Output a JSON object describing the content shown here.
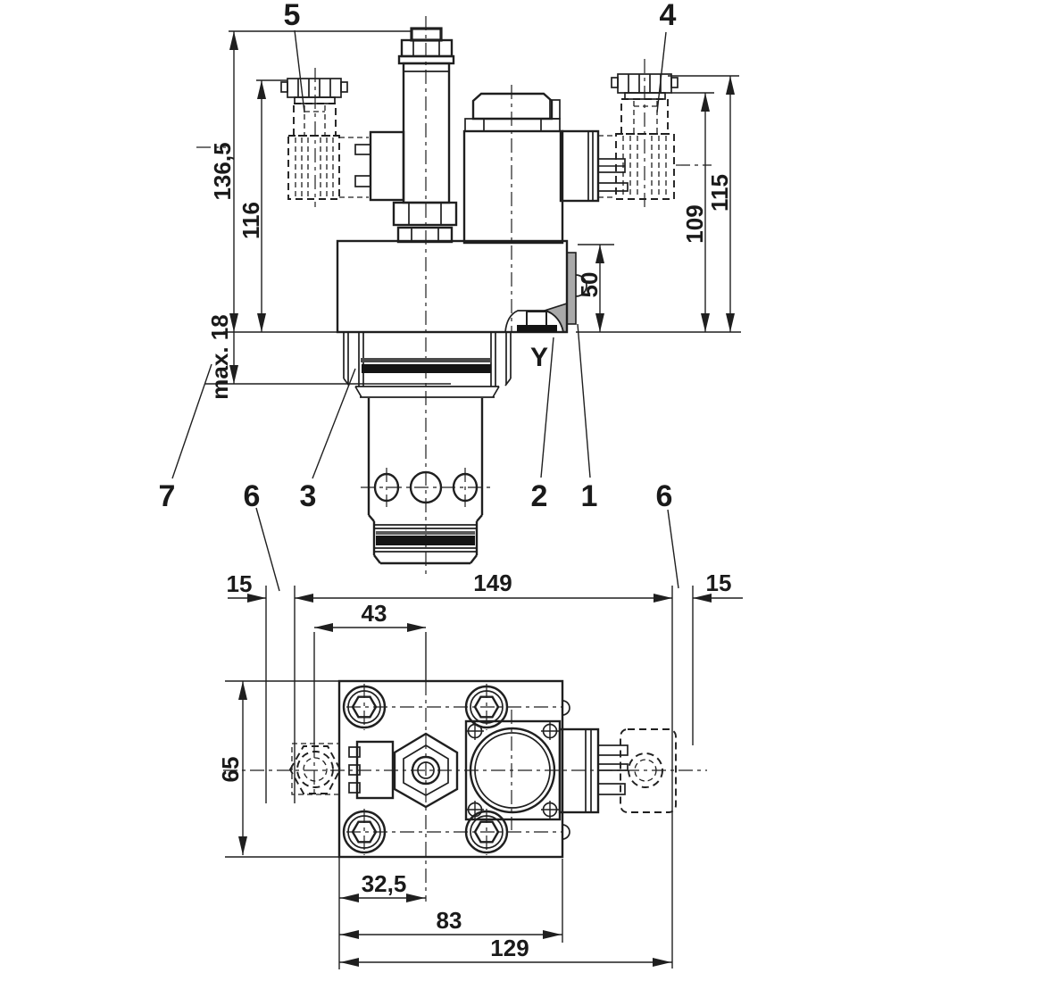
{
  "drawing": {
    "kind": "valve dimensional drawing",
    "colors": {
      "line": "#1f1f1f",
      "shade": "#a9a9a9",
      "seal": "#141414",
      "background": "#ffffff"
    }
  },
  "part_labels": {
    "item1": "1",
    "item2": "2",
    "item3": "3",
    "item4": "4",
    "item5": "5",
    "item6": "6",
    "item7": "7"
  },
  "front_view": {
    "dim_total_height": "136,5",
    "dim_height_116": "116",
    "dim_thread_depth": "max. 18",
    "dim_height_115": "115",
    "dim_height_109": "109",
    "dim_body_height": "50",
    "port_label": "Y"
  },
  "plan_view": {
    "dim_clearance_left": "15",
    "dim_overall_149": "149",
    "dim_clearance_right": "15",
    "dim_center_43": "43",
    "dim_depth_65": "65",
    "dim_offset_32_5": "32,5",
    "dim_offset_83": "83",
    "dim_overall_129": "129"
  }
}
